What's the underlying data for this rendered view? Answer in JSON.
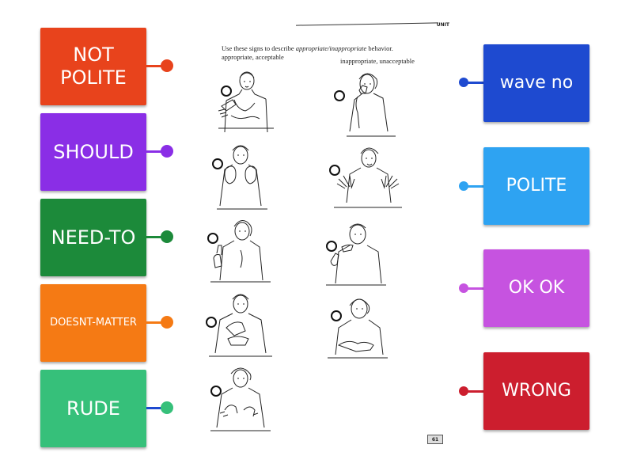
{
  "left_tiles": [
    {
      "label": "NOT POLITE",
      "color": "#e8431c"
    },
    {
      "label": "SHOULD",
      "color": "#8a2ee6"
    },
    {
      "label": "NEED-TO",
      "color": "#1c8a3a"
    },
    {
      "label": "DOESNT-MATTER",
      "color": "#f57a14"
    },
    {
      "label": "RUDE",
      "color": "#36c07a"
    }
  ],
  "right_tiles": [
    {
      "label": "wave no",
      "color": "#1e4ad0"
    },
    {
      "label": "POLITE",
      "color": "#2ea3f2"
    },
    {
      "label": "OK OK",
      "color": "#c653e0"
    },
    {
      "label": "WRONG",
      "color": "#cc1e2e"
    }
  ],
  "worksheet": {
    "unit_label": "UNIT",
    "instruction_prefix": "Use these signs to describe ",
    "instruction_italic": "appropriate/inappropriate",
    "instruction_suffix": " behavior.",
    "left_heading": "appropriate, acceptable",
    "right_heading": "inappropriate, unacceptable",
    "page_number": "61",
    "figure_icons": [
      "hands-forward-figure",
      "hand-to-chin-figure",
      "two-hands-up-figure",
      "spread-fingers-figure",
      "raised-thumb-figure",
      "hand-to-mouth-figure",
      "flat-hand-figure",
      "lap-hands-figure",
      "claw-hands-figure"
    ]
  }
}
